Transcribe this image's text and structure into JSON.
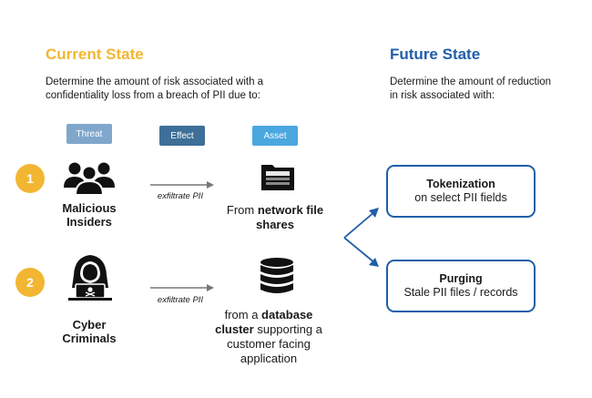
{
  "current": {
    "title": "Current State",
    "desc_line1": "Determine the amount of risk associated with a",
    "desc_line2": "confidentiality loss from a breach of PII due to:"
  },
  "future": {
    "title": "Future State",
    "desc_line1": "Determine the amount of reduction",
    "desc_line2": "in risk associated with:"
  },
  "tags": {
    "threat": "Threat",
    "effect": "Effect",
    "asset": "Asset"
  },
  "rows": [
    {
      "number": "1",
      "threat_line1": "Malicious",
      "threat_line2": "Insiders",
      "effect": "exfiltrate PII",
      "asset_line1_prefix": "From ",
      "asset_line1_bold": "network file",
      "asset_line2_bold": "shares"
    },
    {
      "number": "2",
      "threat_line1": "Cyber",
      "threat_line2": "Criminals",
      "effect": "exfiltrate PII",
      "asset_line1_prefix": "from a ",
      "asset_line1_bold": "database",
      "asset_line2_bold": "cluster",
      "asset_line2_rest": " supporting a",
      "asset_line3": "customer facing",
      "asset_line4": "application"
    }
  ],
  "outcomes": [
    {
      "title": "Tokenization",
      "subtitle": "on select PII fields"
    },
    {
      "title": "Purging",
      "subtitle": "Stale PII files / records"
    }
  ],
  "colors": {
    "current_accent": "#f2b632",
    "future_accent": "#1f5fa8",
    "threat_tag": "#7fa7cc",
    "effect_tag": "#3e6f98",
    "asset_tag": "#4aa7e0"
  }
}
